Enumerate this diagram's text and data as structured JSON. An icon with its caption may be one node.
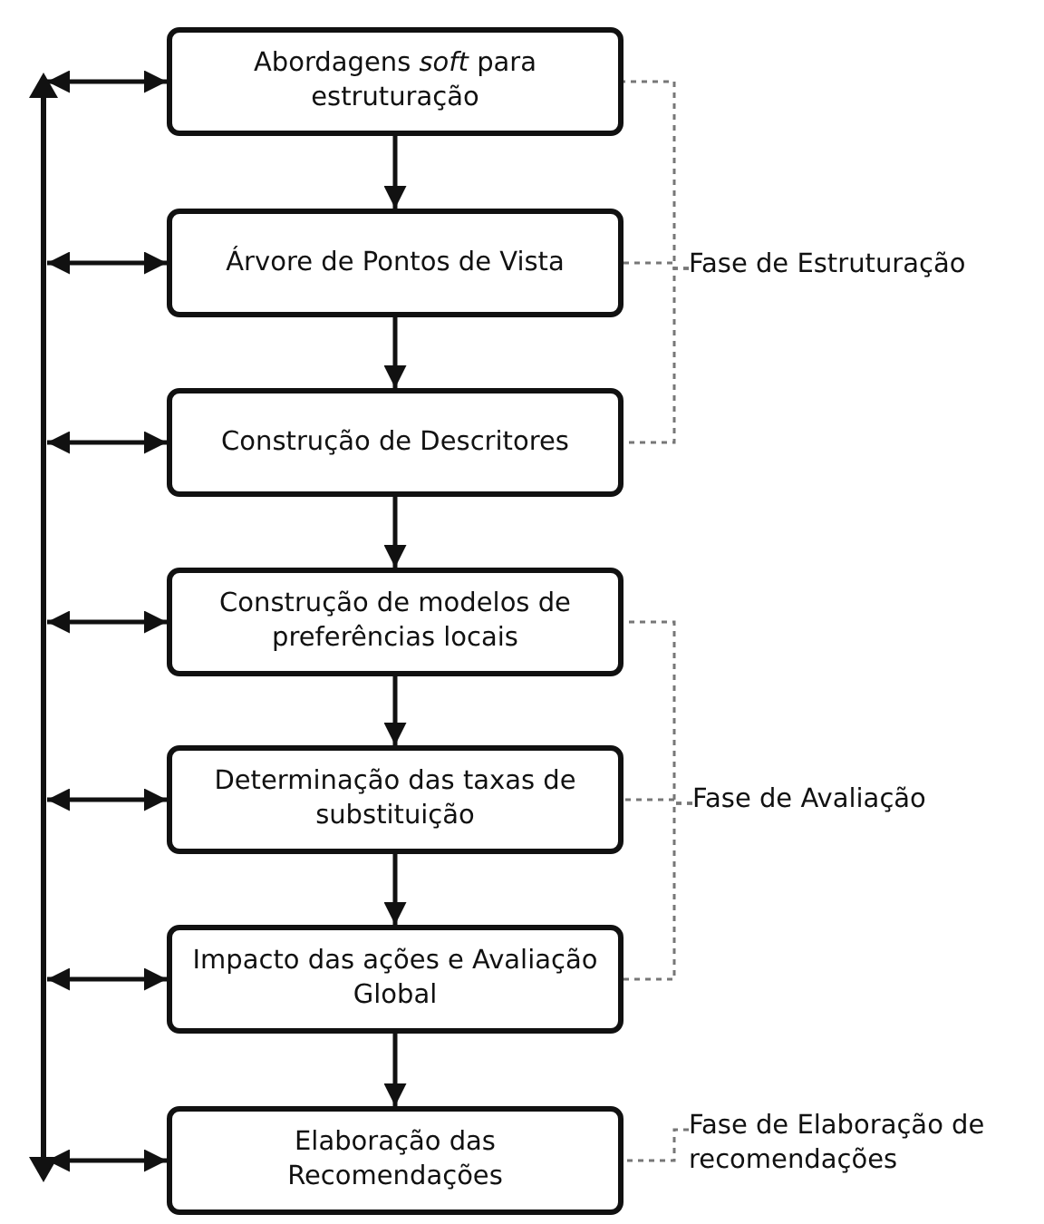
{
  "diagram": {
    "nodes": [
      {
        "text": [
          "Abordagens *soft* para estruturação"
        ]
      },
      {
        "text": [
          "Árvore de Pontos de Vista"
        ]
      },
      {
        "text": [
          "Construção de Descritores"
        ]
      },
      {
        "text": [
          "Construção de modelos de preferências locais"
        ]
      },
      {
        "text": [
          "Determinação das taxas de substituição"
        ]
      },
      {
        "text": [
          "Impacto das ações e Avaliação Global"
        ]
      },
      {
        "text": [
          "Elaboração das Recomendações"
        ]
      },
      {
        "text": [],
        "shape": "bar"
      },
      {
        "text": [
          "Fase de Estruturação"
        ]
      },
      {
        "text": [
          "Fase de Avaliação"
        ]
      },
      {
        "text": [
          "Fase de Elaboração de recomendações"
        ]
      }
    ],
    "edges": [
      {
        "from": 0,
        "to": 1,
        "arrow": "to"
      },
      {
        "from": 1,
        "to": 2,
        "arrow": "to"
      },
      {
        "from": 2,
        "to": 3,
        "arrow": "to"
      },
      {
        "from": 3,
        "to": 4,
        "arrow": "to"
      },
      {
        "from": 4,
        "to": 5,
        "arrow": "to"
      },
      {
        "from": 5,
        "to": 6,
        "arrow": "to"
      },
      {
        "from": 7,
        "to": 0,
        "arrow": "both"
      },
      {
        "from": 7,
        "to": 1,
        "arrow": "both"
      },
      {
        "from": 7,
        "to": 2,
        "arrow": "both"
      },
      {
        "from": 7,
        "to": 3,
        "arrow": "both"
      },
      {
        "from": 7,
        "to": 4,
        "arrow": "both"
      },
      {
        "from": 7,
        "to": 5,
        "arrow": "both"
      },
      {
        "from": 7,
        "to": 6,
        "arrow": "both"
      },
      {
        "from": 8,
        "to": 0,
        "arrow": "none",
        "style": "dashed",
        "color": "#777777"
      },
      {
        "from": 8,
        "to": 1,
        "arrow": "none",
        "style": "dashed",
        "color": "#777777"
      },
      {
        "from": 8,
        "to": 2,
        "arrow": "none",
        "style": "dashed",
        "color": "#777777"
      },
      {
        "from": 9,
        "to": 3,
        "arrow": "none",
        "style": "dashed",
        "color": "#777777"
      },
      {
        "from": 9,
        "to": 4,
        "arrow": "none",
        "style": "dashed",
        "color": "#777777"
      },
      {
        "from": 9,
        "to": 5,
        "arrow": "none",
        "style": "dashed",
        "color": "#777777"
      },
      {
        "from": 10,
        "to": 6,
        "arrow": "none",
        "style": "dashed",
        "color": "#777777"
      }
    ]
  }
}
